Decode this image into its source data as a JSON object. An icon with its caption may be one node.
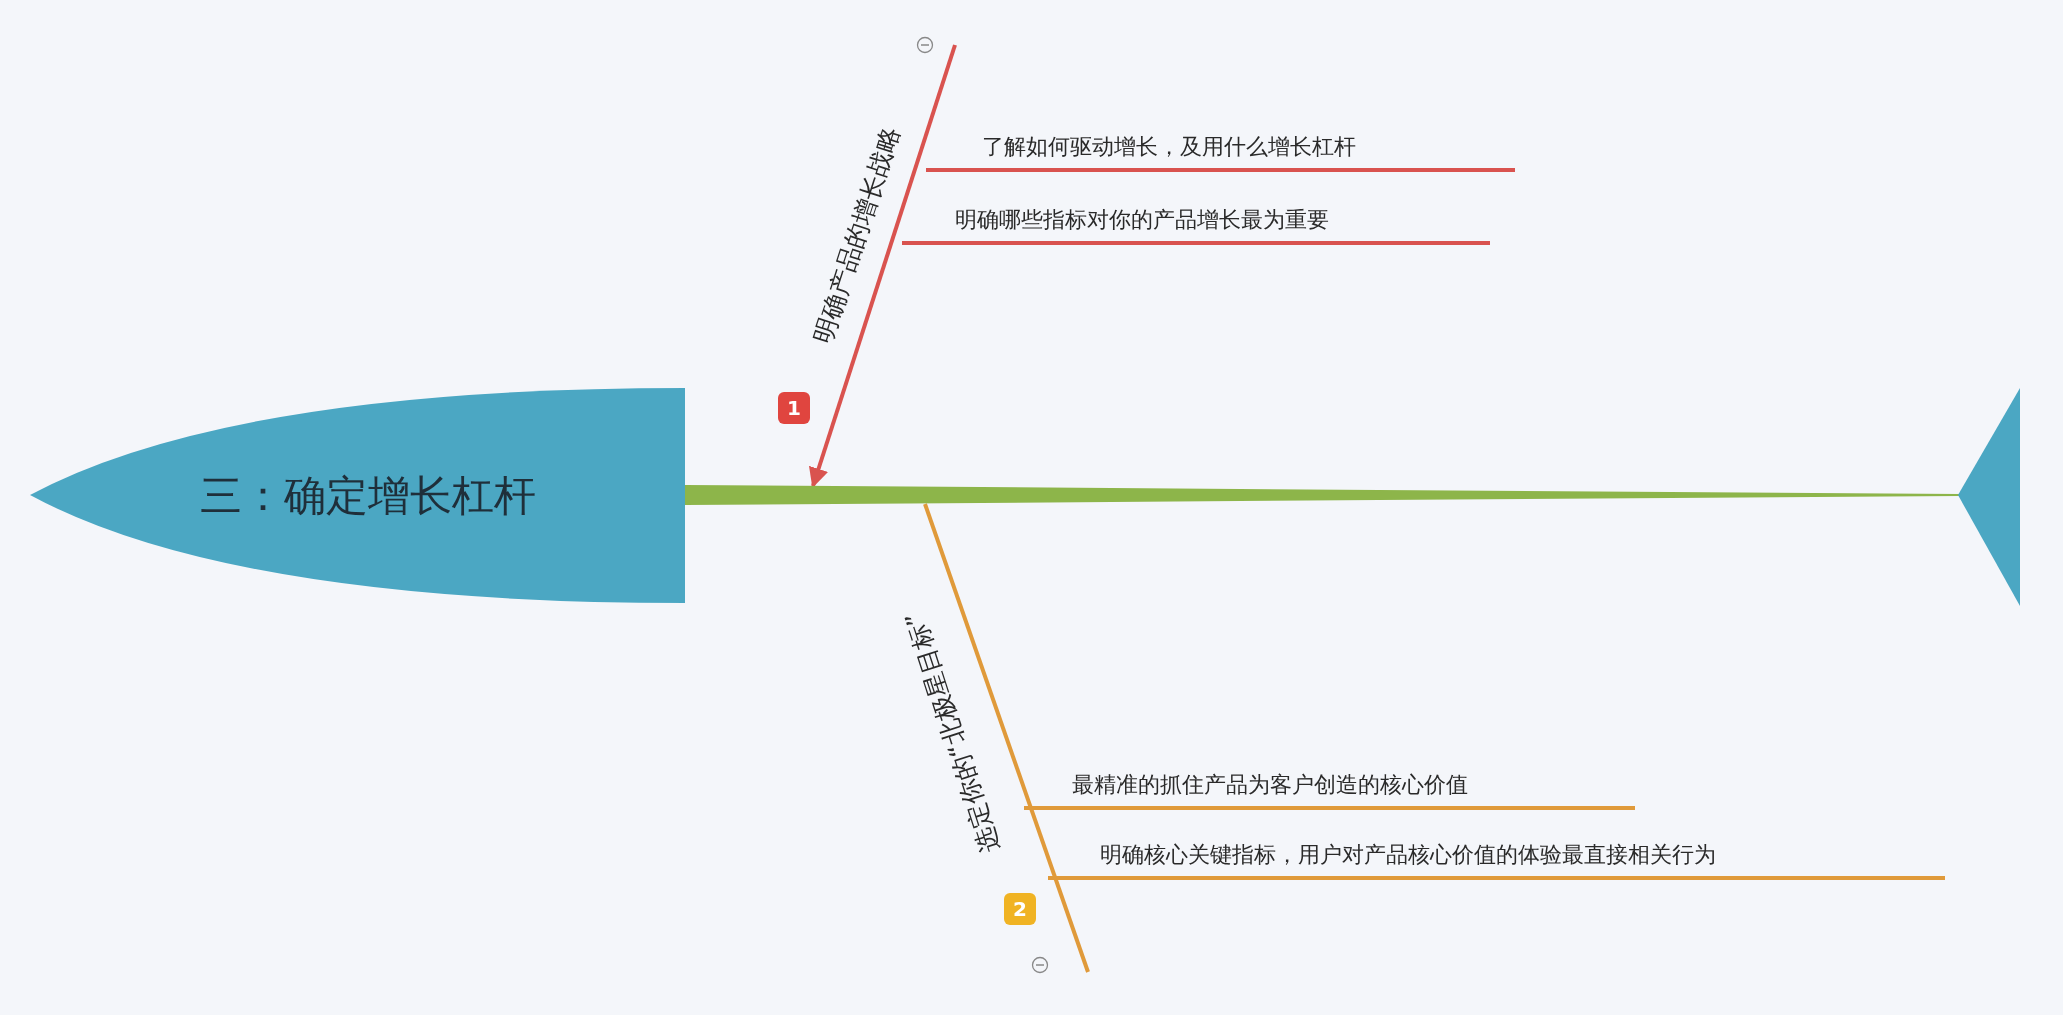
{
  "diagram": {
    "nodes": [
      {
        "text": [
          "三：确定增长杠杆"
        ]
      },
      {
        "text": [],
        "shape": "bar"
      },
      {
        "text": [],
        "shape": "triangle"
      },
      {
        "text": [
          "明确产品的增长战略"
        ]
      },
      {
        "text": [
          "了解如何驱动增长，及用什么增长杠杆"
        ]
      },
      {
        "text": [
          "明确哪些指标对你的产品增长最为重要"
        ]
      },
      {
        "text": [
          "选定你的“北极星目标”"
        ]
      },
      {
        "text": [
          "最精准的抓住产品为客户创造的核心价值"
        ]
      },
      {
        "text": [
          "明确核心关键指标，用户对产品核心价值的体验最直接相关行为"
        ]
      }
    ],
    "edges": [
      {
        "from": null,
        "to": 1,
        "arrow": "to",
        "color": "#d9534f"
      },
      {
        "from": null,
        "to": 1,
        "arrow": "none",
        "color": "#e09a3a"
      }
    ],
    "labels": [
      "1",
      "2"
    ]
  }
}
